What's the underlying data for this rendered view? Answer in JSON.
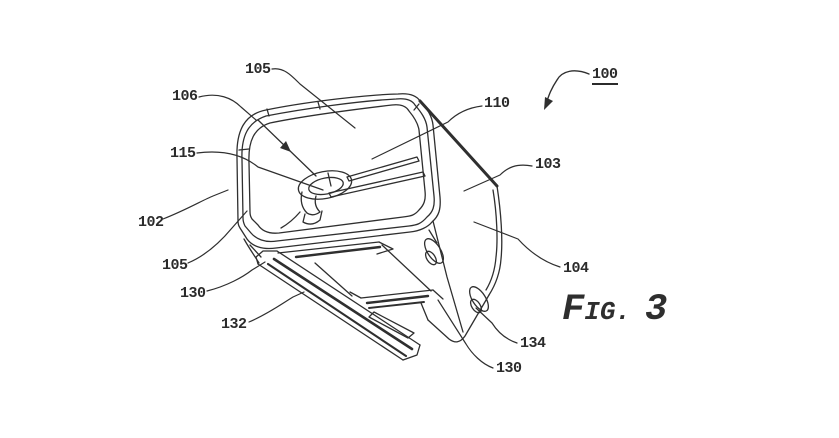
{
  "figure": {
    "figure_label": "FIG. 3",
    "fig_prefix_large": "F",
    "fig_prefix_small": "IG.",
    "fig_number": "3"
  },
  "drawing": {
    "stroke_color": "#2f2f2f",
    "background_color": "#ffffff",
    "description_labels_present": 13
  },
  "reference_labels": [
    {
      "id": "ref-105-top",
      "text": "105"
    },
    {
      "id": "ref-106",
      "text": "106"
    },
    {
      "id": "ref-115",
      "text": "115"
    },
    {
      "id": "ref-102",
      "text": "102"
    },
    {
      "id": "ref-105-left",
      "text": "105"
    },
    {
      "id": "ref-130-left",
      "text": "130"
    },
    {
      "id": "ref-132",
      "text": "132"
    },
    {
      "id": "ref-110",
      "text": "110"
    },
    {
      "id": "ref-100",
      "text": "100"
    },
    {
      "id": "ref-103",
      "text": "103"
    },
    {
      "id": "ref-104",
      "text": "104"
    },
    {
      "id": "ref-134",
      "text": "134"
    },
    {
      "id": "ref-130-right",
      "text": "130"
    }
  ]
}
